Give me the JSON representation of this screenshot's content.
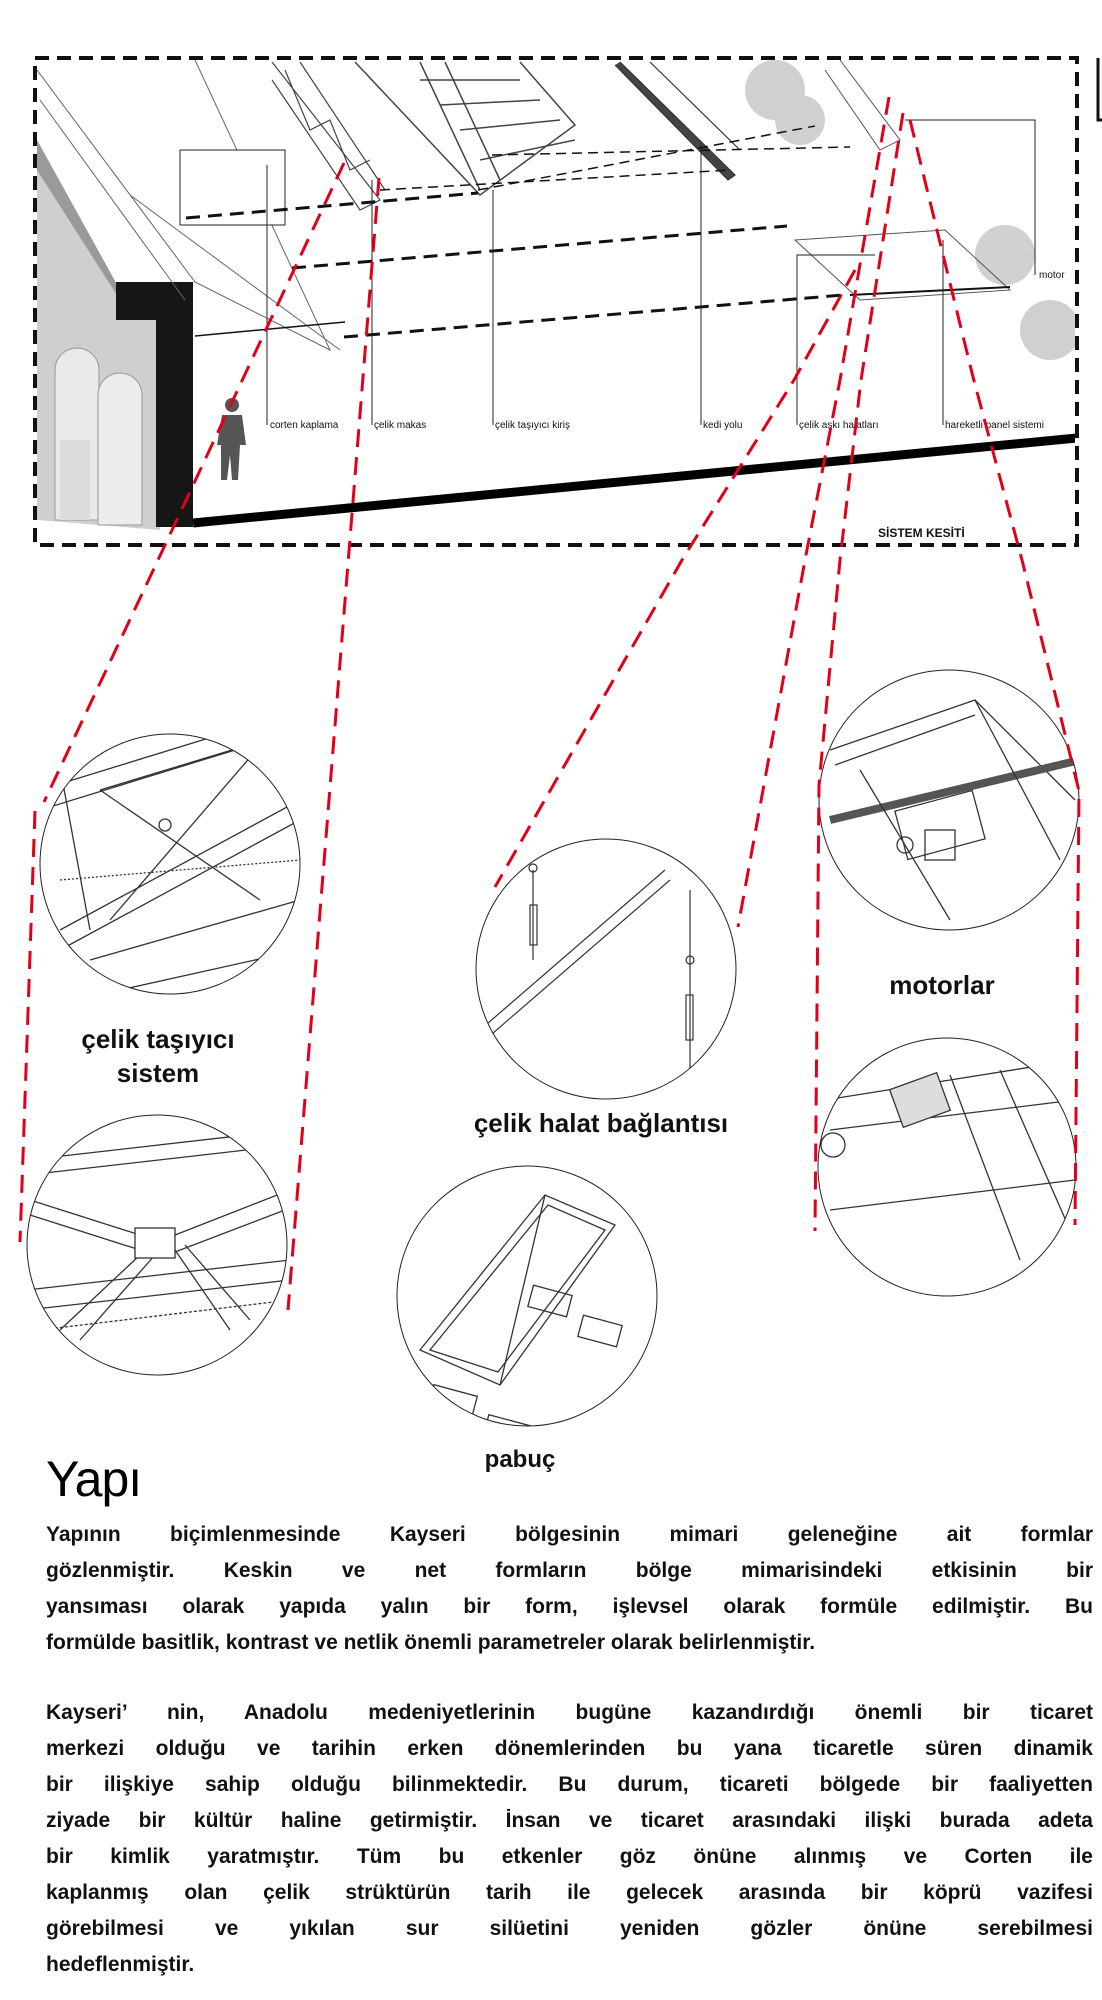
{
  "diagram": {
    "labels": {
      "corten": "corten kaplama",
      "makas": "çelik makas",
      "kiris": "çelik taşıyıcı kiriş",
      "kedi": "kedi yolu",
      "aski": "çelik askı halatları",
      "panel": "hareketli panel sistemi",
      "motor": "motor",
      "section_title": "SİSTEM KESİTİ"
    },
    "accent_color": "#e0001a"
  },
  "details": {
    "steel_system_line1": "çelik taşıyıcı",
    "steel_system_line2": "sistem",
    "cable": "çelik halat bağlantısı",
    "motors": "motorlar",
    "shoe": "pabuç"
  },
  "article": {
    "title": "Yapı",
    "paragraph1": [
      "Yapının biçimlenmesinde Kayseri bölgesinin mimari geleneğine ait formlar",
      "gözlenmiştir. Keskin ve net formların bölge mimarisindeki etkisinin bir",
      "yansıması olarak yapıda yalın bir form, işlevsel olarak formüle edilmiştir. Bu",
      "formülde basitlik, kontrast ve netlik önemli parametreler olarak belirlenmiştir."
    ],
    "paragraph2": [
      "Kayseri’ nin, Anadolu medeniyetlerinin bugüne kazandırdığı önemli bir ticaret",
      "merkezi olduğu ve tarihin erken dönemlerinden bu yana ticaretle süren dinamik",
      "bir ilişkiye sahip olduğu bilinmektedir. Bu durum, ticareti bölgede bir faaliyetten",
      "ziyade bir kültür haline getirmiştir. İnsan ve ticaret arasındaki ilişki burada adeta",
      "bir kimlik yaratmıştır. Tüm bu etkenler göz önüne alınmış ve Corten ile",
      "kaplanmış olan çelik strüktürün tarih ile gelecek arasında bir köprü vazifesi",
      "görebilmesi ve yıkılan sur silüetini yeniden gözler önüne serebilmesi",
      "hedeflenmiştir."
    ]
  }
}
